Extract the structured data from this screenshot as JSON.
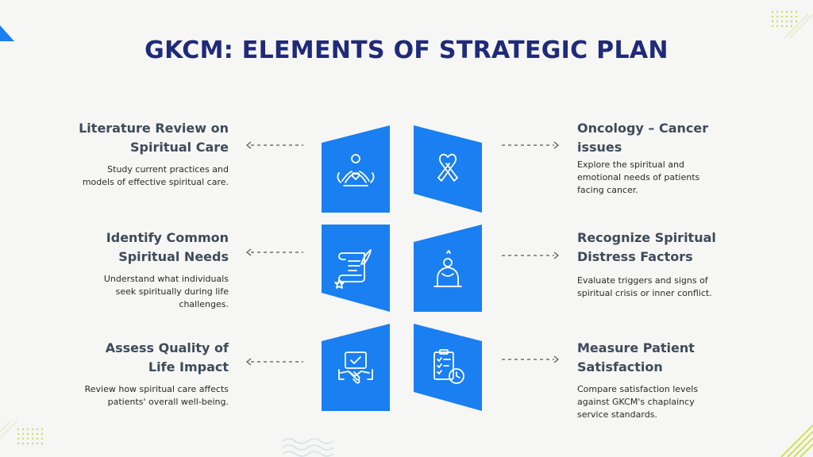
{
  "title": "GKCM: ELEMENTS OF STRATEGIC PLAN",
  "colors": {
    "title": "#1f2a7a",
    "tile": "#1a7ff0",
    "heading": "#3f4a5a",
    "accent_green": "#c9dd6a"
  },
  "left_items": [
    {
      "title_lines": [
        "Literature Review on",
        "Spiritual Care"
      ],
      "desc_lines": [
        "Study current practices and",
        "models of effective spiritual care."
      ],
      "icon": "meditation-heart-icon"
    },
    {
      "title_lines": [
        "Identify Common",
        "Spiritual Needs"
      ],
      "desc_lines": [
        "Understand what individuals",
        "seek spiritually during life",
        "challenges."
      ],
      "icon": "scroll-quill-icon"
    },
    {
      "title_lines": [
        "Assess Quality of",
        "Life Impact"
      ],
      "desc_lines": [
        "Review how spiritual care affects",
        "patients' overall well-being."
      ],
      "icon": "handshake-certificate-icon"
    }
  ],
  "right_items": [
    {
      "title_lines": [
        "Oncology – Cancer",
        "issues"
      ],
      "desc_lines": [
        "Explore the spiritual and",
        "emotional needs of patients",
        "facing cancer."
      ],
      "icon": "awareness-ribbon-icon"
    },
    {
      "title_lines": [
        "Recognize Spiritual",
        "Distress Factors"
      ],
      "desc_lines": [
        "Evaluate triggers and signs of",
        "spiritual crisis or inner conflict."
      ],
      "icon": "distressed-person-icon"
    },
    {
      "title_lines": [
        "Measure Patient",
        "Satisfaction"
      ],
      "desc_lines": [
        "Compare satisfaction levels",
        "against GKCM's chaplaincy",
        "service standards."
      ],
      "icon": "checklist-clock-icon"
    }
  ]
}
